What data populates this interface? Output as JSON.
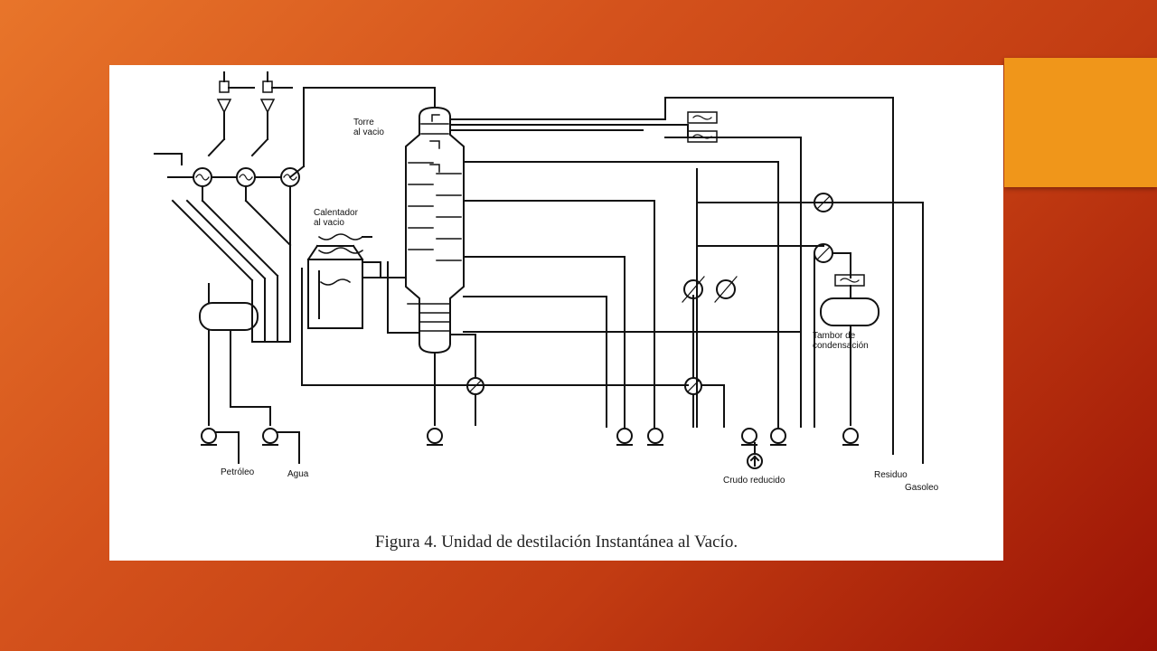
{
  "slide": {
    "background_colors": [
      "#e8752a",
      "#c23c12",
      "#9a1205"
    ],
    "accent_color": "#f0961a"
  },
  "figure": {
    "caption": "Figura 4. Unidad de destilación Instantánea al Vacío.",
    "labels": {
      "tower": "Torre\nal vacio",
      "heater": "Calentador\nal vacio",
      "drum": "Tambor de\ncondensación",
      "crude": "Crudo reducido",
      "oil": "Petróleo",
      "water": "Agua",
      "residue": "Residuo",
      "gasoil": "Gasoleo"
    }
  }
}
